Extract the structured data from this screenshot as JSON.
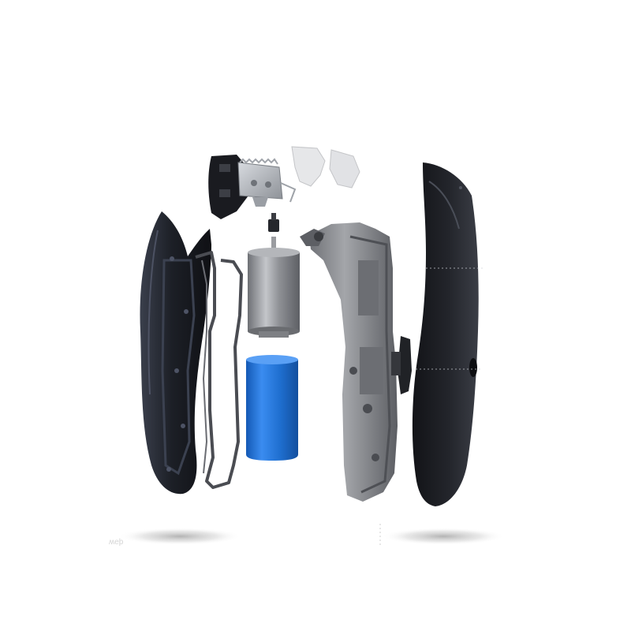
{
  "scene": {
    "background": "#ffffff",
    "parts": [
      {
        "name": "left-housing-shell",
        "color": "#1c1f26"
      },
      {
        "name": "chassis-frame",
        "color": "#4a4c52"
      },
      {
        "name": "blade-guard",
        "color": "#1a1b20"
      },
      {
        "name": "steel-cutting-blade",
        "color": "#b8bcc2"
      },
      {
        "name": "blade-linkage-clip",
        "color": "#e6e7e9"
      },
      {
        "name": "small-drive-gear",
        "color": "#25272c"
      },
      {
        "name": "electric-motor",
        "color": "#8f9196"
      },
      {
        "name": "lithium-battery",
        "color": "#1f6fd0"
      },
      {
        "name": "inner-gray-chassis",
        "color": "#8a8c90"
      },
      {
        "name": "power-switch",
        "color": "#202226"
      },
      {
        "name": "right-housing-shell",
        "color": "#23252b"
      }
    ],
    "watermark_text": "ʍeþ"
  }
}
